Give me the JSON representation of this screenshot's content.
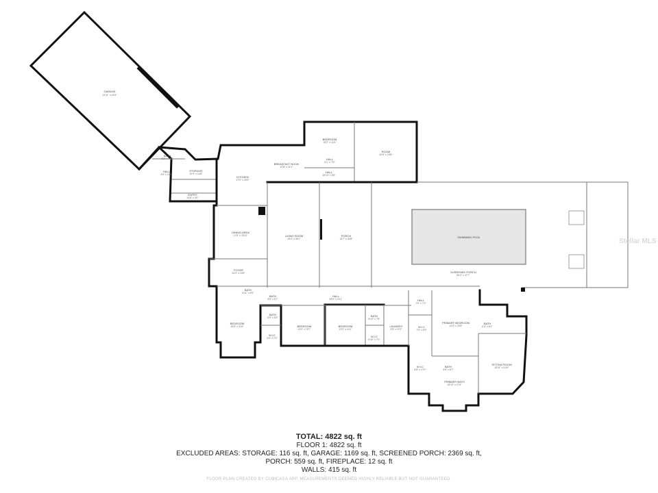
{
  "rooms": {
    "garage": {
      "name": "GARAGE",
      "dim": "23'11\" x 49'4\""
    },
    "bath1": {
      "name": "BATH",
      "dim": "5'3\" x 4'11\""
    },
    "hall1": {
      "name": "HALL",
      "dim": "4'6\" x 10'6\""
    },
    "storage": {
      "name": "STORAGE",
      "dim": "12'9\" x 14'8\""
    },
    "kitchen": {
      "name": "KITCHEN",
      "dim": "17'0\" x 20'0\""
    },
    "entry": {
      "name": "ENTRY",
      "dim": "14'8\" x 4'0\""
    },
    "breakfast": {
      "name": "BREAKFAST NOOK",
      "dim": "10'8\" x 11'1\""
    },
    "bedroom_top": {
      "name": "BEDROOM",
      "dim": "16'2\" x 11'6\""
    },
    "hall_top": {
      "name": "HALL",
      "dim": "6'1\" x 7'6\""
    },
    "room": {
      "name": "ROOM",
      "dim": "20'5\" x 15'8\""
    },
    "hall_mid": {
      "name": "HALL",
      "dim": "16'10\" x 5'8\""
    },
    "dining": {
      "name": "DINING AREA",
      "dim": "17'6\" x 16'11\""
    },
    "living": {
      "name": "LIVING ROOM",
      "dim": "16'0\" x 36'1\""
    },
    "porch": {
      "name": "PORCH",
      "dim": "16'7\" x 34'8\""
    },
    "pool": {
      "name": "SWIMMING POOL",
      "dim": ""
    },
    "screened": {
      "name": "SCREENED PORCH",
      "dim": "84'4\" x 47'7\""
    },
    "foyer": {
      "name": "FOYER",
      "dim": "24'3\" x 10'8\""
    },
    "bath2": {
      "name": "BATH",
      "dim": "6'11\" x 5'0\""
    },
    "bath3": {
      "name": "BATH",
      "dim": "5'5\" x 5'7\""
    },
    "hall_long": {
      "name": "HALL",
      "dim": "55'9\" x 4'11\""
    },
    "hall_right": {
      "name": "HALL",
      "dim": "7'6\" x 7'0\""
    },
    "bath4": {
      "name": "BATH",
      "dim": "6'5\" x 8'3\""
    },
    "bedroom_left": {
      "name": "BEDROOM",
      "dim": "15'8\" x 21'8\""
    },
    "wic1": {
      "name": "W.I.C",
      "dim": "5'0\" x 7'0\""
    },
    "bedroom2": {
      "name": "BEDROOM",
      "dim": "13'0\" x 15'7\""
    },
    "bedroom3": {
      "name": "BEDROOM",
      "dim": "13'0\" x 14'1\""
    },
    "bath5": {
      "name": "BATH",
      "dim": "6'10\" x 7'8\""
    },
    "wic2": {
      "name": "W.I.C",
      "dim": "6'10\" x 7'0\""
    },
    "laundry": {
      "name": "LAUNDRY",
      "dim": "9'8\" x 13'1\""
    },
    "wic3": {
      "name": "W.I.C",
      "dim": "7'0\" x 8'9\""
    },
    "primary_bed": {
      "name": "PRIMARY BEDROOM",
      "dim": "14'3\" x 23'8\""
    },
    "bath6": {
      "name": "BATH",
      "dim": "6'4\" x 6'1\""
    },
    "wic4": {
      "name": "W.I.C",
      "dim": "6'8\" x 17'0\""
    },
    "bath7": {
      "name": "BATH",
      "dim": "5'6\" x 6'7\""
    },
    "primary_bath": {
      "name": "PRIMARY BATH",
      "dim": "15'10\" x 17'4\""
    },
    "sitting": {
      "name": "SITTING ROOM",
      "dim": "18'11\" x 14'6\""
    }
  },
  "summary": {
    "total": "TOTAL: 4822 sq. ft",
    "floor1": "FLOOR 1: 4822 sq. ft",
    "excluded1": "EXCLUDED AREAS: STORAGE: 116 sq. ft, GARAGE: 1169 sq. ft, SCREENED PORCH: 2369 sq. ft,",
    "excluded2": "PORCH: 559 sq. ft, FIREPLACE: 12 sq. ft",
    "walls": "WALLS: 415 sq. ft",
    "disclaimer": "FLOOR PLAN CREATED BY CUBICASA APP. MEASUREMENTS DEEMED HIGHLY RELIABLE BUT NOT GUARANTEED."
  },
  "watermark": "Stellar MLS"
}
